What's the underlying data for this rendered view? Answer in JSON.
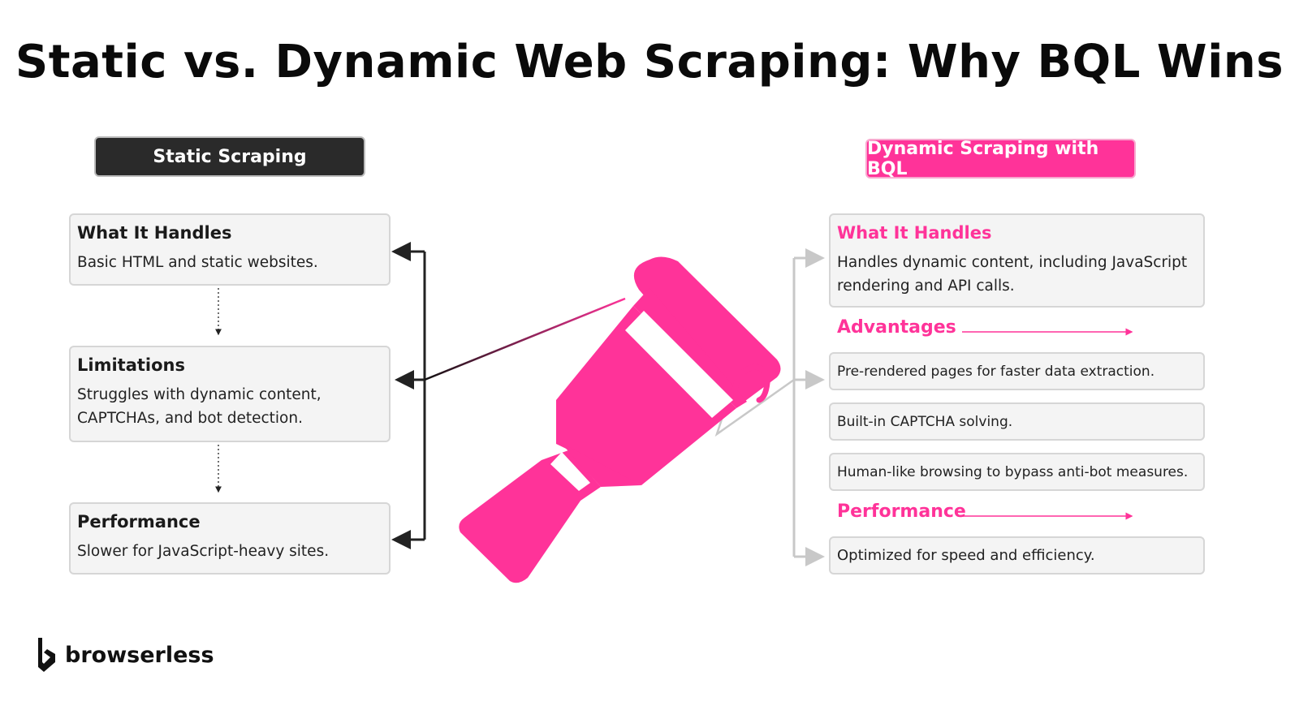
{
  "title": "Static vs. Dynamic Web Scraping: Why BQL Wins",
  "static": {
    "label": "Static Scraping",
    "cards": [
      {
        "heading": "What It Handles",
        "text": "Basic HTML and static websites."
      },
      {
        "heading": "Limitations",
        "text": "Struggles with dynamic content, CAPTCHAs, and bot detection."
      },
      {
        "heading": "Performance",
        "text": "Slower for JavaScript-heavy sites."
      }
    ]
  },
  "dynamic": {
    "label": "Dynamic Scraping with BQL",
    "handles": {
      "heading": "What It Handles",
      "text": "Handles dynamic content, including JavaScript rendering and API calls."
    },
    "advantages_heading": "Advantages",
    "advantages": [
      "Pre-rendered pages for faster data extraction.",
      "Built-in CAPTCHA solving.",
      "Human-like browsing to bypass anti-bot measures."
    ],
    "performance_heading": "Performance",
    "performance": "Optimized for speed and efficiency."
  },
  "brand": "browserless",
  "colors": {
    "accent": "#ff3399",
    "dark": "#2a2a2a"
  }
}
